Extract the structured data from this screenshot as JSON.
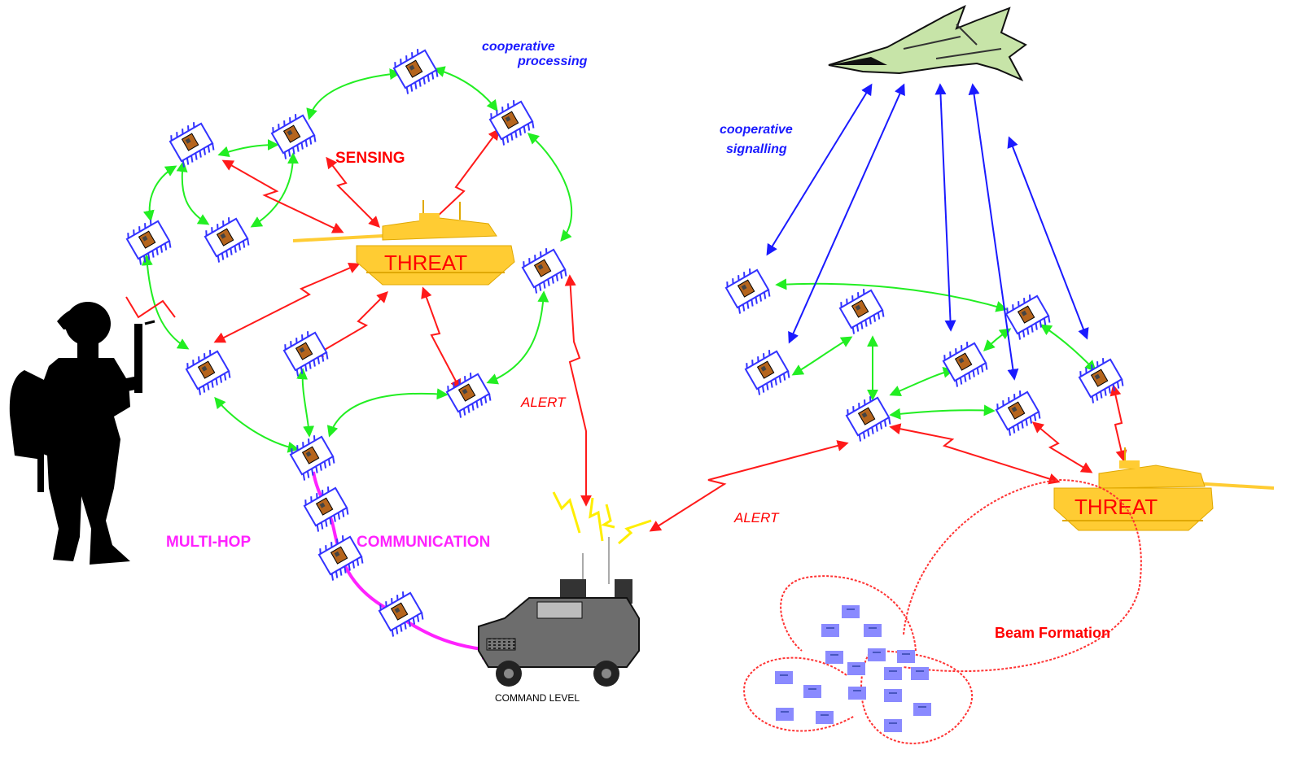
{
  "labels": {
    "sensing": "SENSING",
    "threat_left": "THREAT",
    "threat_right": "THREAT",
    "cooperative_processing_1": "cooperative",
    "cooperative_processing_2": "processing",
    "cooperative_signalling_1": "cooperative",
    "cooperative_signalling_2": "signalling",
    "alert_left": "ALERT",
    "alert_right": "ALERT",
    "multi_hop": "MULTI-HOP",
    "communication": "COMMUNICATION",
    "command_level": "COMMAND LEVEL",
    "beam_formation": "Beam Formation"
  },
  "colors": {
    "sensing_link": "#ff1a1a",
    "coop_link": "#22ee22",
    "signal_link": "#1a1aff",
    "multihop_link": "#ff22ff",
    "threat_fill": "#ffcc33",
    "node_blue": "#3333ff",
    "cluster_node": "#8a8aff",
    "label_red": "#ff0000",
    "label_blue": "#1a1aff",
    "label_magenta": "#ff22ff"
  },
  "icons": [
    "soldier-icon",
    "tank-icon",
    "jet-icon",
    "command-vehicle-icon",
    "sensor-node-icon",
    "antenna-icon"
  ]
}
